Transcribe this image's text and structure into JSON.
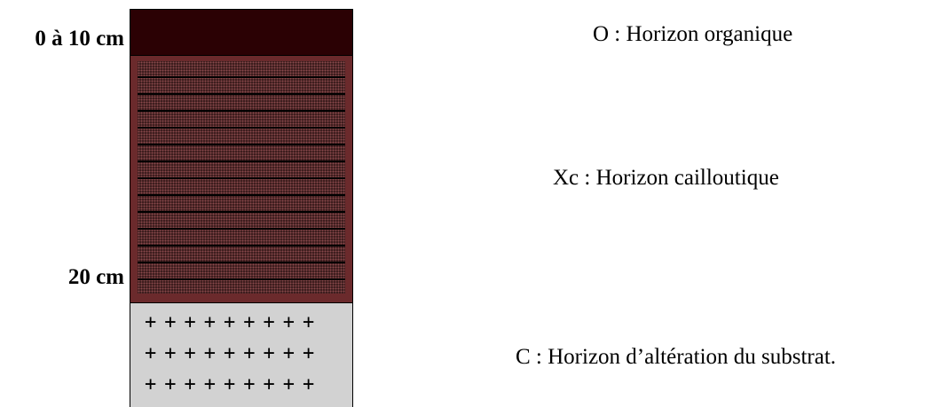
{
  "depth_labels": {
    "top": "0 à 10 cm",
    "mid": "20 cm"
  },
  "horizons": {
    "o": {
      "label": "O : Horizon organique",
      "color": "#2b0104"
    },
    "xc": {
      "label": "Xc : Horizon cailloutique",
      "color": "#6b2a2c"
    },
    "c": {
      "label": "C : Horizon d’altération du substrat.",
      "color": "#d2d2d2"
    }
  },
  "c_pattern": {
    "symbol": "+",
    "rows": 3,
    "per_row": 9
  }
}
